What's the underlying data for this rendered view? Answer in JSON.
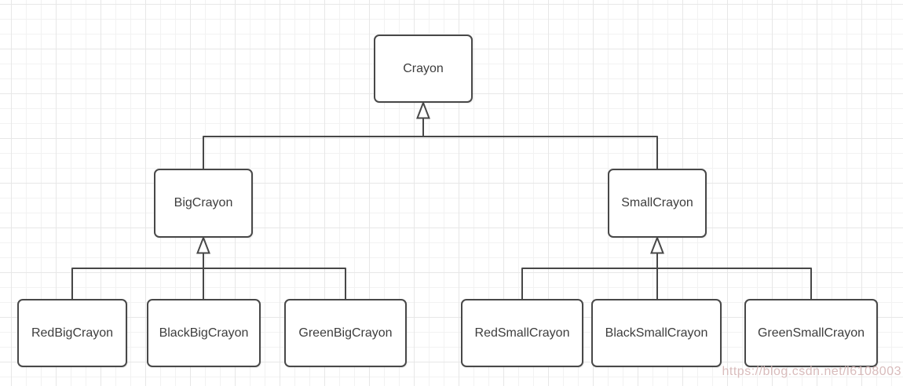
{
  "diagram": {
    "type": "class-inheritance",
    "nodes": [
      {
        "id": "crayon",
        "label": "Crayon"
      },
      {
        "id": "big-crayon",
        "label": "BigCrayon"
      },
      {
        "id": "small-crayon",
        "label": "SmallCrayon"
      },
      {
        "id": "red-big-crayon",
        "label": "RedBigCrayon"
      },
      {
        "id": "black-big-crayon",
        "label": "BlackBigCrayon"
      },
      {
        "id": "green-big-crayon",
        "label": "GreenBigCrayon"
      },
      {
        "id": "red-small-crayon",
        "label": "RedSmallCrayon"
      },
      {
        "id": "black-small-crayon",
        "label": "BlackSmallCrayon"
      },
      {
        "id": "green-small-crayon",
        "label": "GreenSmallCrayon"
      }
    ],
    "edges": [
      {
        "from": "BigCrayon",
        "to": "Crayon",
        "type": "inheritance"
      },
      {
        "from": "SmallCrayon",
        "to": "Crayon",
        "type": "inheritance"
      },
      {
        "from": "RedBigCrayon",
        "to": "BigCrayon",
        "type": "inheritance"
      },
      {
        "from": "BlackBigCrayon",
        "to": "BigCrayon",
        "type": "inheritance"
      },
      {
        "from": "GreenBigCrayon",
        "to": "BigCrayon",
        "type": "inheritance"
      },
      {
        "from": "RedSmallCrayon",
        "to": "SmallCrayon",
        "type": "inheritance"
      },
      {
        "from": "BlackSmallCrayon",
        "to": "SmallCrayon",
        "type": "inheritance"
      },
      {
        "from": "GreenSmallCrayon",
        "to": "SmallCrayon",
        "type": "inheritance"
      }
    ],
    "colors": {
      "node_border": "#484848",
      "node_fill": "#ffffff",
      "edge": "#474747",
      "text": "#3d3d3d",
      "grid_minor": "#f2f2f2",
      "grid_major": "#e7e7e7",
      "watermark": "#d9bcbc"
    }
  },
  "watermark": {
    "text": "https://blog.csdn.net/l6108003"
  }
}
